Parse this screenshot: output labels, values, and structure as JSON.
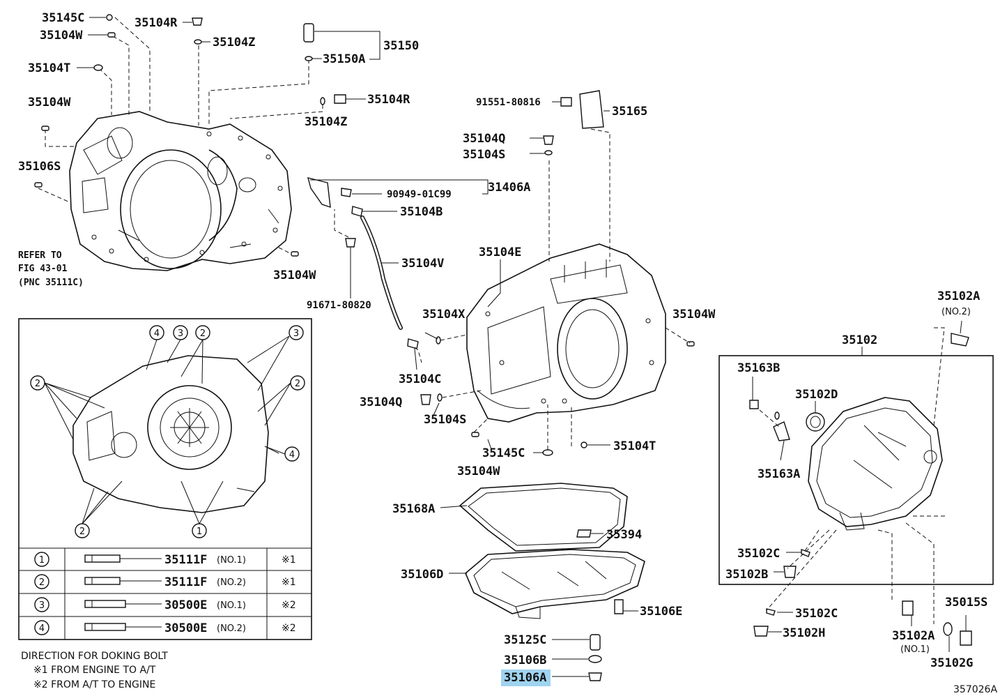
{
  "labels": {
    "p35145C_top": "35145C",
    "p35104R_top": "35104R",
    "p35104Z_top": "35104Z",
    "p35104W_a": "35104W",
    "p35104T_top": "35104T",
    "p35150": "35150",
    "p35150A": "35150A",
    "p35104R_mid": "35104R",
    "p35104Z_mid": "35104Z",
    "p35104W_b": "35104W",
    "p35106S": "35106S",
    "p91551": "91551-80816",
    "p35165": "35165",
    "p35104Q_top": "35104Q",
    "p35104S_top": "35104S",
    "p90949": "90949-01C99",
    "p31406A": "31406A",
    "p35104B": "35104B",
    "p35104V": "35104V",
    "p35104E": "35104E",
    "p35104W_c": "35104W",
    "p91671": "91671-80820",
    "p35104X": "35104X",
    "p35104W_d": "35104W",
    "p35104C": "35104C",
    "p35104Q_bot": "35104Q",
    "p35104S_bot": "35104S",
    "p35145C_bot": "35145C",
    "p35104T_bot": "35104T",
    "p35104W_e": "35104W",
    "p35168A": "35168A",
    "p35394": "35394",
    "p35106D": "35106D",
    "p35106E": "35106E",
    "p35125C": "35125C",
    "p35106B": "35106B",
    "p35106A": "35106A",
    "p35102A_top": "35102A",
    "p35102A_top_no": "(NO.2)",
    "p35102": "35102",
    "p35163B": "35163B",
    "p35102D": "35102D",
    "p35163A": "35163A",
    "p35102C_a": "35102C",
    "p35102B": "35102B",
    "p35102C_b": "35102C",
    "p35102H": "35102H",
    "p35102A_bot": "35102A",
    "p35102A_bot_no": "(NO.1)",
    "p35015S": "35015S",
    "p35102G": "35102G",
    "fig_code": "357026A"
  },
  "refer": {
    "line1": "REFER TO",
    "line2": "FIG 43-01",
    "line3": "(PNC 35111C)"
  },
  "bolt_table": {
    "rows": [
      {
        "circle": "1",
        "part": "35111F",
        "no": "(NO.1)",
        "direction": "※1"
      },
      {
        "circle": "2",
        "part": "35111F",
        "no": "(NO.2)",
        "direction": "※1"
      },
      {
        "circle": "3",
        "part": "30500E",
        "no": "(NO.1)",
        "direction": "※2"
      },
      {
        "circle": "4",
        "part": "30500E",
        "no": "(NO.2)",
        "direction": "※2"
      }
    ]
  },
  "inset_callouts": [
    "4",
    "3",
    "2",
    "3",
    "2",
    "2",
    "4",
    "2",
    "1"
  ],
  "notes": {
    "heading": "DIRECTION FOR DOKING BOLT",
    "note1": "※1 FROM ENGINE TO A/T",
    "note2": "※2 FROM A/T TO ENGINE"
  },
  "highlight_color": "#9fd3f0"
}
